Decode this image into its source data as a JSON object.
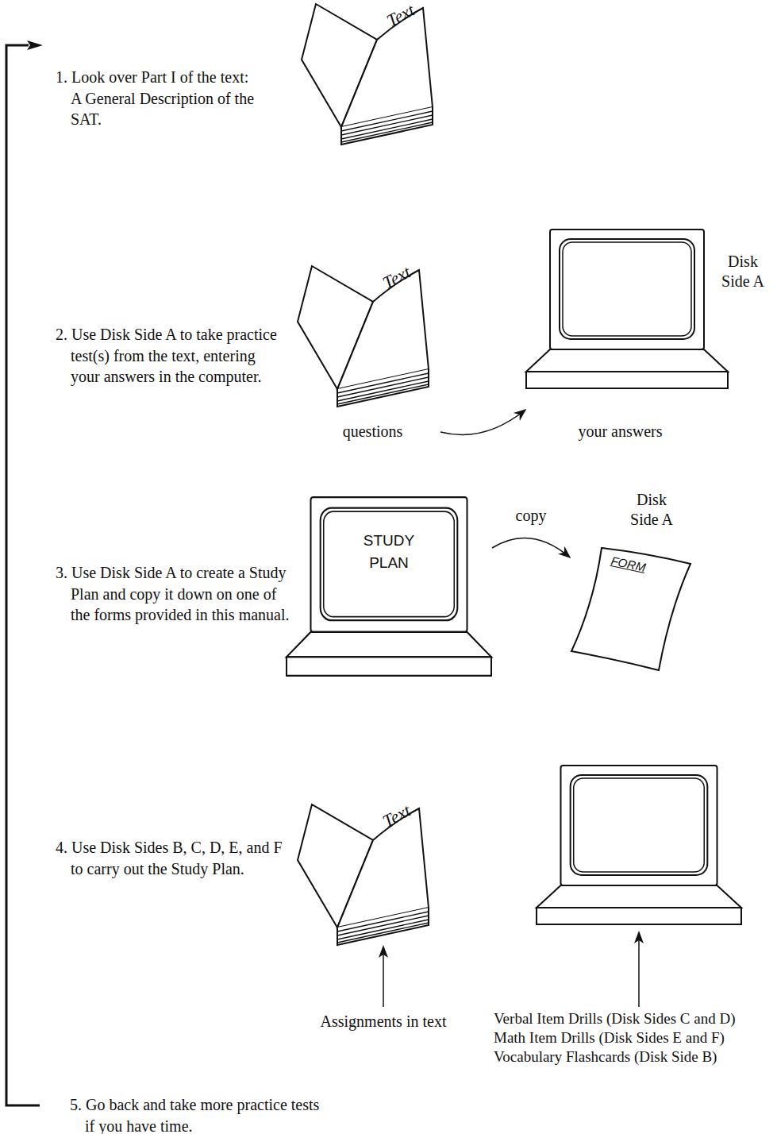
{
  "diagram": {
    "nodes": [
      {
        "text": [
          "Text"
        ]
      },
      {
        "text": [
          "Text",
          "questions"
        ]
      },
      {
        "text": [
          "Disk Side A",
          "your answers"
        ]
      },
      {
        "text": [
          "STUDY PLAN"
        ]
      },
      {
        "text": [
          "FORM"
        ]
      },
      {
        "text": [
          "Text"
        ]
      }
    ],
    "edges": [
      {
        "from": 1,
        "to": 2,
        "arrow": "to"
      },
      {
        "from": 3,
        "to": 4,
        "label": "copy",
        "arrow": "to"
      }
    ],
    "labels": [
      "1. Look over Part I of the text: A General Description of the SAT.",
      "2. Use Disk Side A to take practice test(s) from the text, entering your answers in the computer.",
      "3. Use Disk Side A to create a Study Plan and copy it down on one of the forms provided in this manual.",
      "Disk Side A",
      "4. Use Disk Sides B, C, D, E, and F to carry out the Study Plan.",
      "Assignments in text",
      "Verbal Item Drills (Disk Sides C and D)",
      "Math Item Drills (Disk Sides E and F)",
      "Vocabulary Flashcards (Disk Side B)",
      "5. Go back and take more practice tests if you have time."
    ]
  }
}
